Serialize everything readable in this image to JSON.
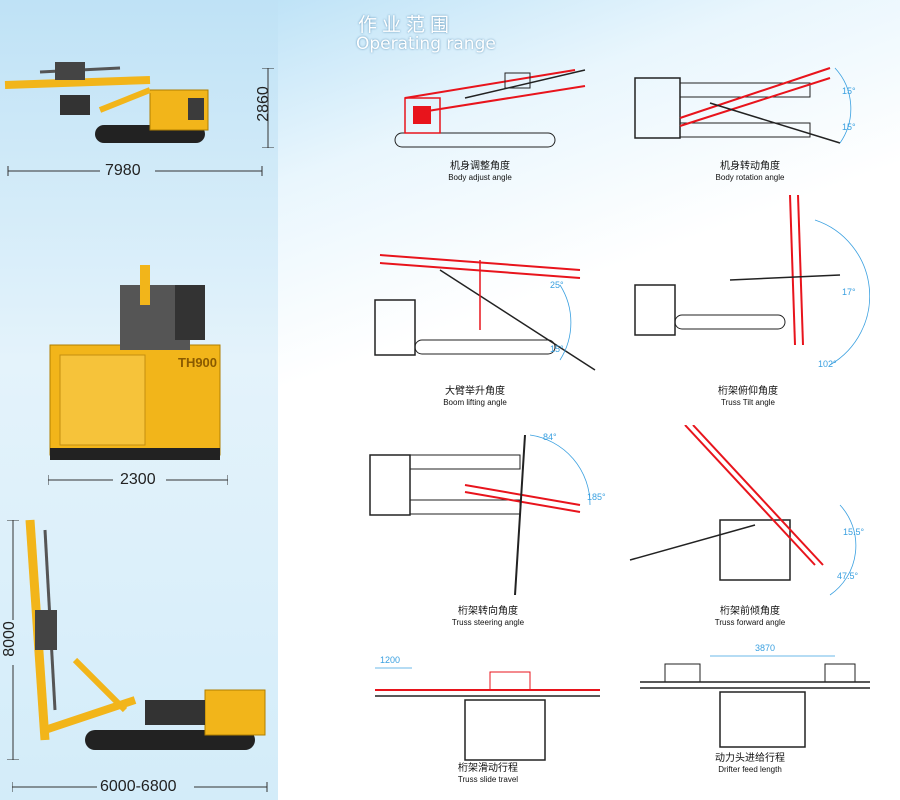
{
  "title": {
    "zh": "作业范围",
    "en": "Operating range"
  },
  "dimensions": {
    "length": "7980",
    "height": "2860",
    "width": "2300",
    "working_height": "8000",
    "working_length": "6000-6800"
  },
  "model_label": "TH900",
  "diagrams": [
    {
      "zh": "机身调整角度",
      "en": "Body  adjust  angle",
      "angles": []
    },
    {
      "zh": "机身转动角度",
      "en": "Body rotation angle",
      "angles": [
        "15°",
        "15°"
      ]
    },
    {
      "zh": "大臂举升角度",
      "en": "Boom lifting angle",
      "angles": [
        "25°",
        "15°"
      ]
    },
    {
      "zh": "桁架俯仰角度",
      "en": "Truss Tilt angle",
      "angles": [
        "17°",
        "102°"
      ]
    },
    {
      "zh": "桁架转向角度",
      "en": "Truss steering angle",
      "angles": [
        "84°",
        "185°"
      ]
    },
    {
      "zh": "桁架前倾角度",
      "en": "Truss forward angle",
      "angles": [
        "15.5°",
        "47.5°"
      ]
    },
    {
      "zh": "桁架滑动行程",
      "en": "Truss slide travel",
      "measure": "1200"
    },
    {
      "zh": "动力头进给行程",
      "en": "Drifter feed  length",
      "measure": "3870"
    }
  ],
  "colors": {
    "accent_red": "#e8141c",
    "drill_yellow": "#f2b51a",
    "dim_blue": "#3aa0e0"
  }
}
